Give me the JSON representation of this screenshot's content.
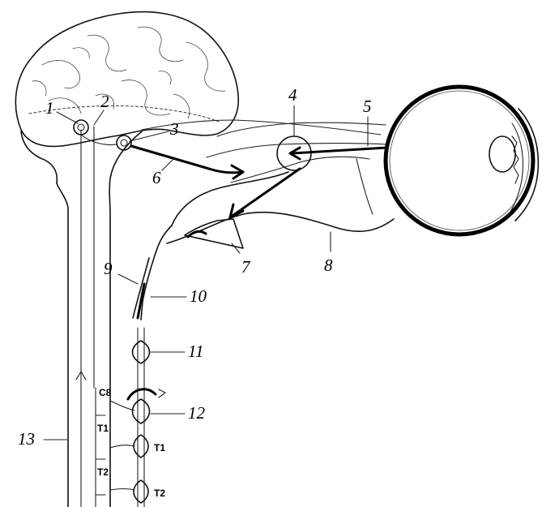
{
  "labels": {
    "l1": "1",
    "l2": "2",
    "l3": "3",
    "l4": "4",
    "l5": "5",
    "l6": "6",
    "l7": "7",
    "l8": "8",
    "l9": "9",
    "l10": "10",
    "l11": "11",
    "l12": "12",
    "l13": "13"
  },
  "segments": {
    "c8": "C8",
    "t1_box": "T1",
    "t2_box": "T2",
    "t1_ganglion": "T1",
    "t2_ganglion": "T2"
  }
}
